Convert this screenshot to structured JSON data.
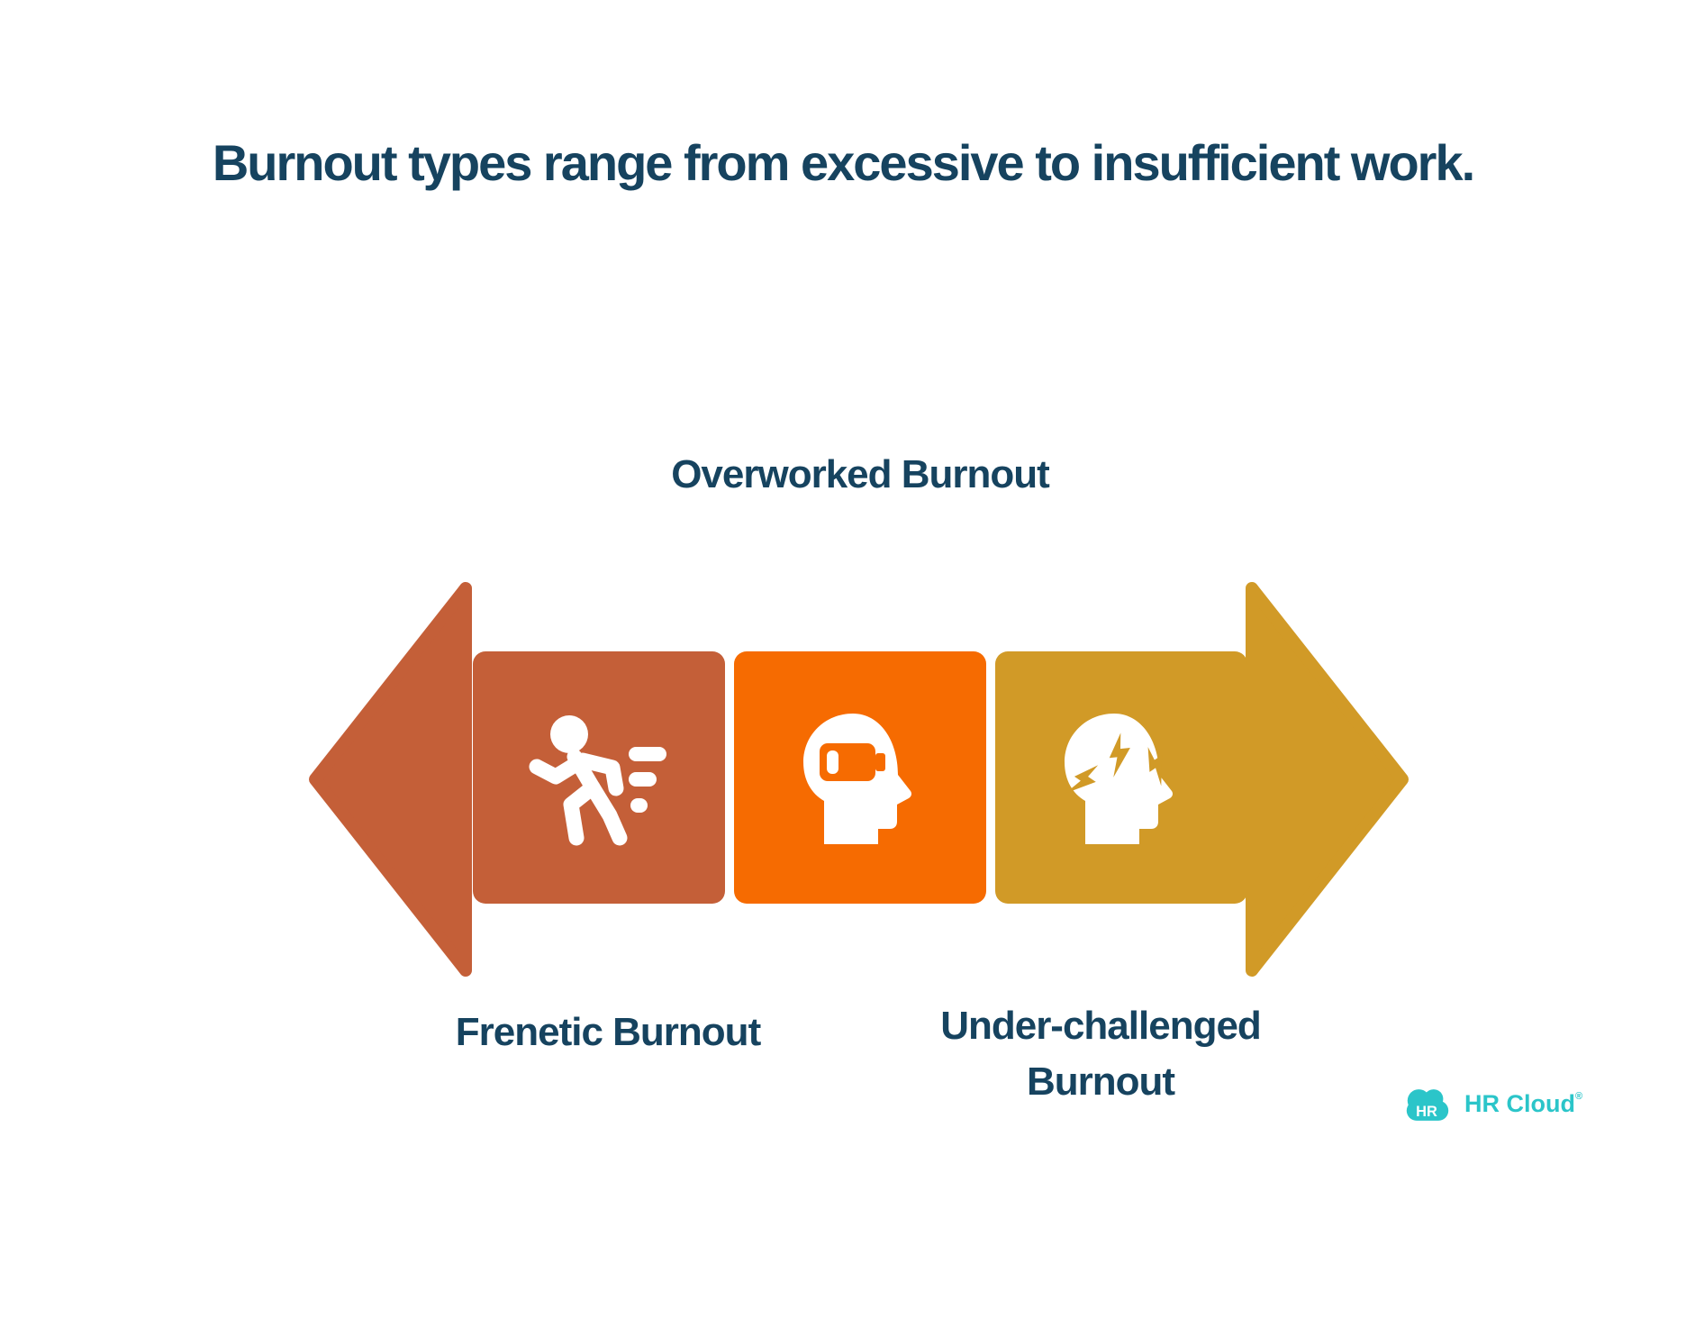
{
  "title": {
    "text": "Burnout types range from excessive to insufficient work.",
    "color": "#16435F"
  },
  "spectrum": {
    "left_arrow_color": "#C45F38",
    "right_arrow_color": "#D19A27",
    "label_color": "#16435F",
    "icon_color": "#FFFFFF",
    "boxes": [
      {
        "id": "frenetic",
        "label": "Frenetic Burnout",
        "color": "#C45F38",
        "icon": "running-person"
      },
      {
        "id": "overworked",
        "label": "Overworked Burnout",
        "color": "#F66B01",
        "icon": "head-low-battery"
      },
      {
        "id": "under_challenged",
        "label": "Under-challenged Burnout",
        "color": "#D19A27",
        "icon": "head-lightning"
      }
    ]
  },
  "logo": {
    "badge_text": "HR",
    "badge_text_color": "#FFFFFF",
    "brand_text": "HR Cloud",
    "registered_mark": "®",
    "color": "#2BC5C9"
  }
}
